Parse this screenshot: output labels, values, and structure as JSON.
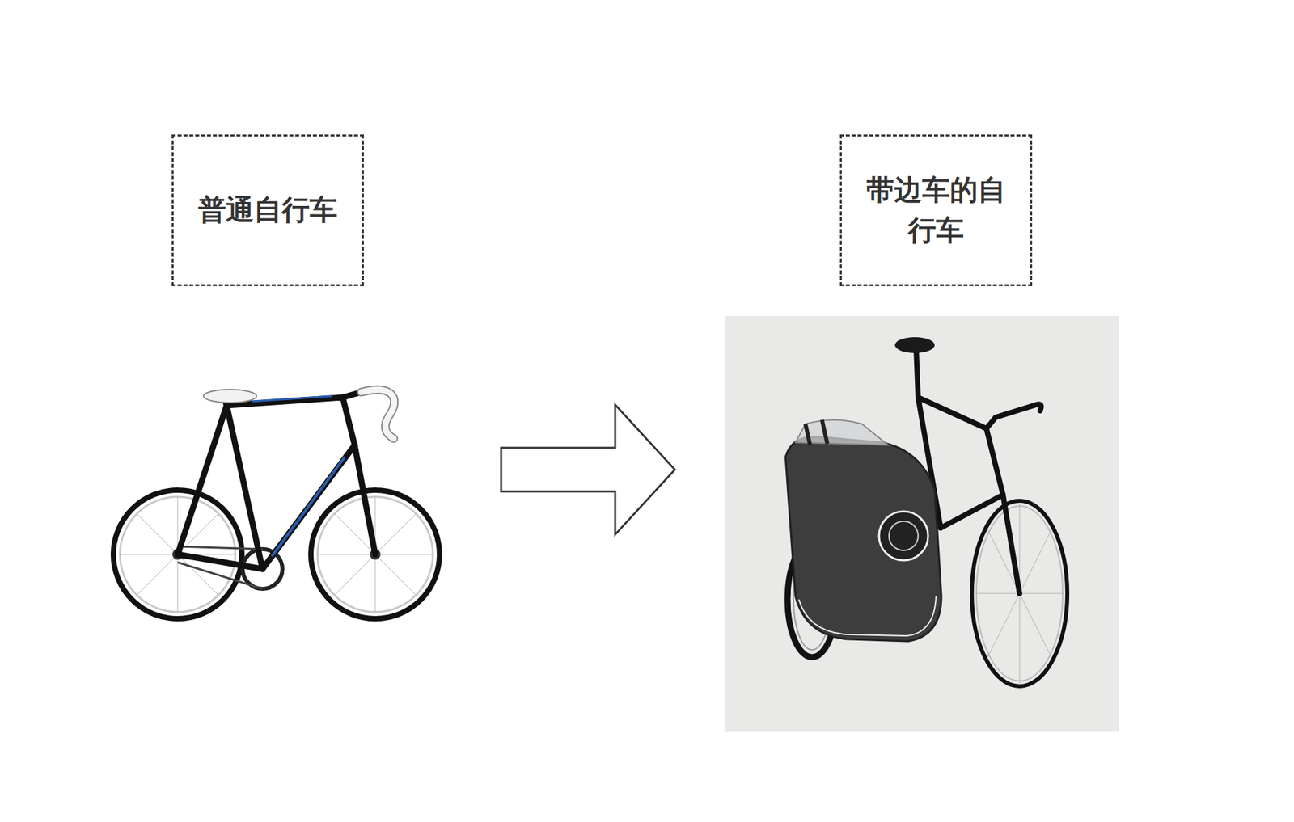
{
  "diagram": {
    "nodes": [
      {
        "text": [
          "普通自行车"
        ]
      },
      {
        "text": [
          "带边车的自行车"
        ]
      }
    ],
    "edges": [
      {
        "from": 0,
        "to": 1,
        "arrow": "to"
      }
    ]
  }
}
